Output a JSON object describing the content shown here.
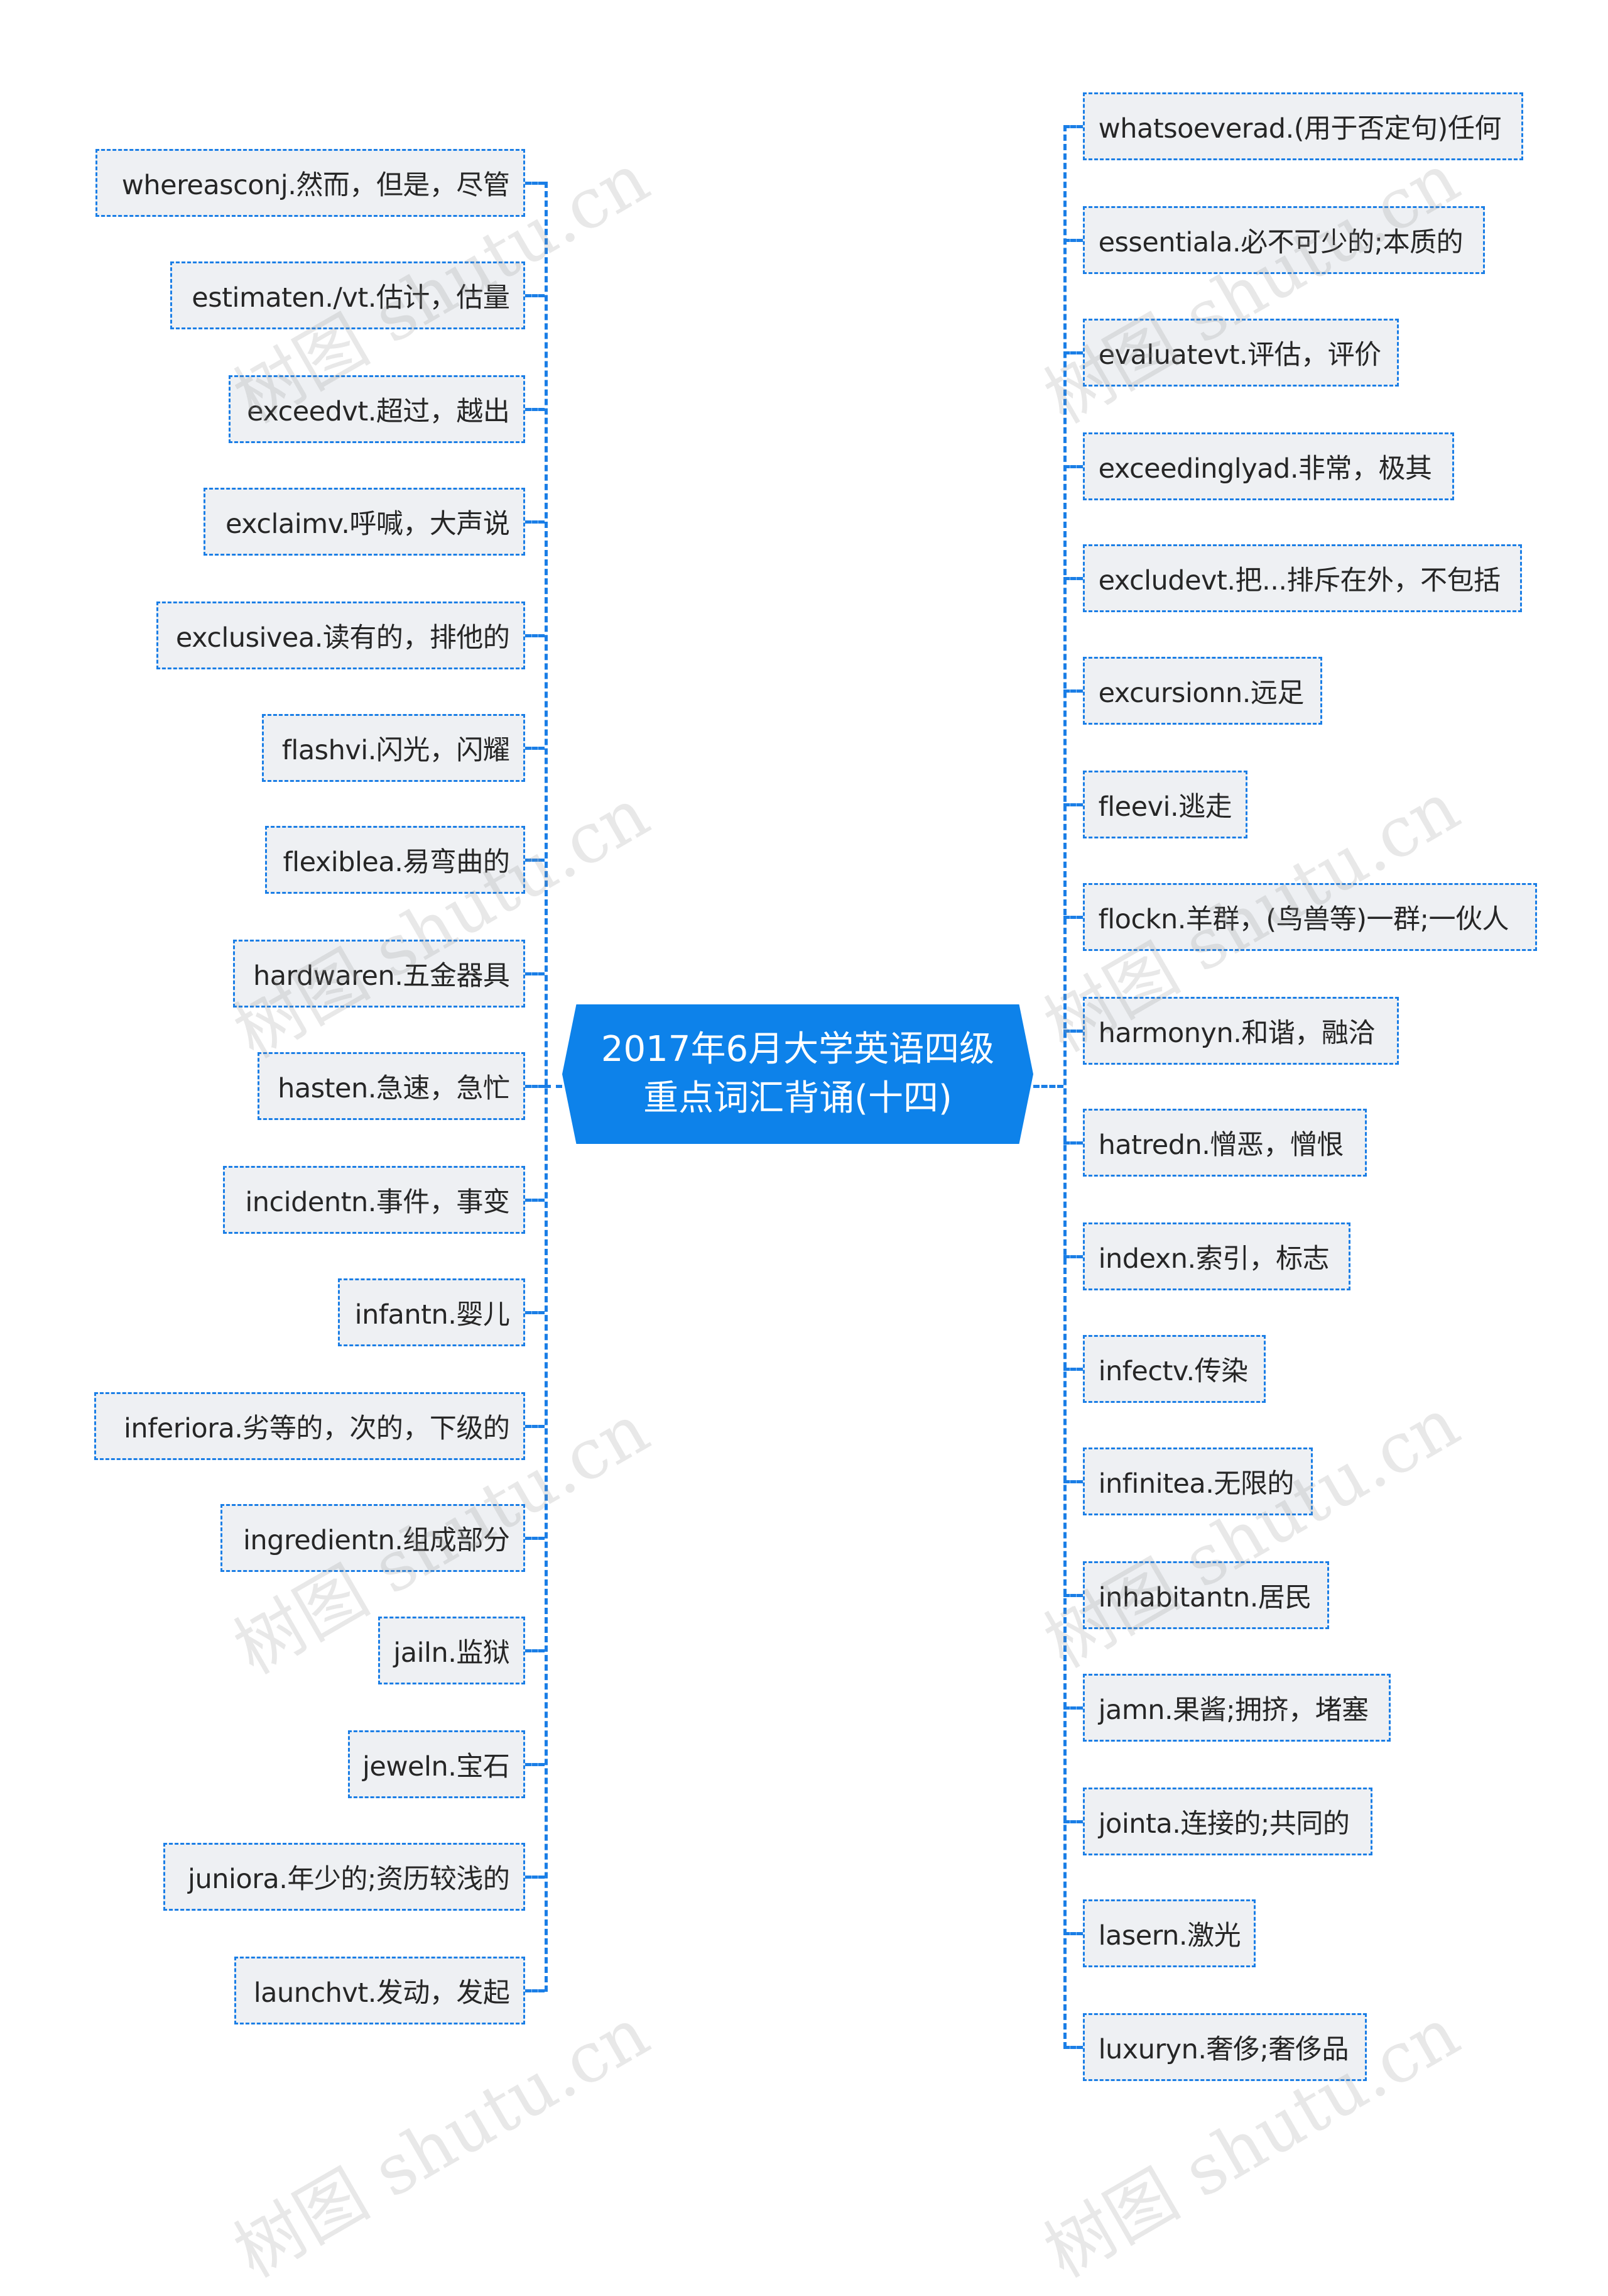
{
  "center": {
    "title_line1": "2017年6月大学英语四级",
    "title_line2": "重点词汇背诵(十四)"
  },
  "left_items": [
    "whereasconj.然而，但是，尽管",
    "estimaten./vt.估计，估量",
    "exceedvt.超过，越出",
    "exclaimv.呼喊，大声说",
    "exclusivea.读有的，排他的",
    "flashvi.闪光，闪耀",
    "flexiblea.易弯曲的",
    "hardwaren.五金器具",
    "hasten.急速，急忙",
    "incidentn.事件，事变",
    "infantn.婴儿",
    "inferiora.劣等的，次的，下级的",
    "ingredientn.组成部分",
    "jailn.监狱",
    "jeweln.宝石",
    "juniora.年少的;资历较浅的",
    "launchvt.发动，发起"
  ],
  "right_items": [
    "whatsoeverad.(用于否定句)任何",
    "essentiala.必不可少的;本质的",
    "evaluatevt.评估，评价",
    "exceedinglyad.非常，极其",
    "excludevt.把...排斥在外，不包括",
    "excursionn.远足",
    "fleevi.逃走",
    "flockn.羊群，(鸟兽等)一群;一伙人",
    "harmonyn.和谐，融洽",
    "hatredn.憎恶，憎恨",
    "indexn.索引，标志",
    "infectv.传染",
    "infinitea.无限的",
    "inhabitantn.居民",
    "jamn.果酱;拥挤，堵塞",
    "jointa.连接的;共同的",
    "lasern.激光",
    "luxuryn.奢侈;奢侈品"
  ],
  "watermark": "树图 shutu.cn",
  "colors": {
    "center_fill": "#0d82ea",
    "connector": "#1a7ee6",
    "node_fill": "#eef0f3"
  }
}
